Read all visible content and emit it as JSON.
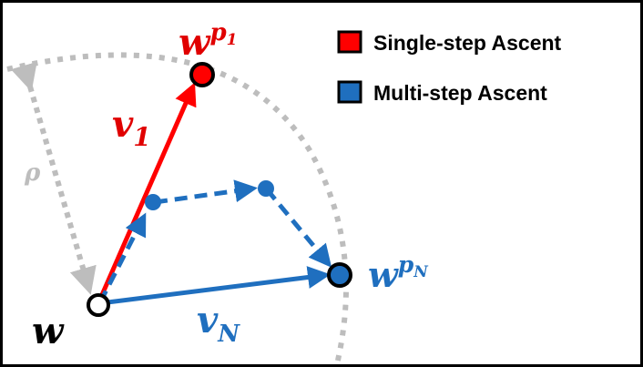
{
  "colors": {
    "single_step": "#ff0000",
    "multi_step": "#1f6fbf",
    "radius": "#bdbdbd",
    "ink": "#000000"
  },
  "legend": [
    {
      "label": "Single-step Ascent",
      "color": "#ff0000"
    },
    {
      "label": "Multi-step Ascent",
      "color": "#1f6fbf"
    }
  ],
  "labels": {
    "origin": {
      "base": "w"
    },
    "single_endpoint": {
      "base": "w",
      "sup": "p",
      "sub": "1"
    },
    "multi_endpoint": {
      "base": "w",
      "sup": "p",
      "sub": "N"
    },
    "single_vector": {
      "base": "v",
      "sub": "1"
    },
    "multi_vector": {
      "base": "v",
      "sub": "N"
    },
    "radius": {
      "text": "ρ"
    }
  }
}
